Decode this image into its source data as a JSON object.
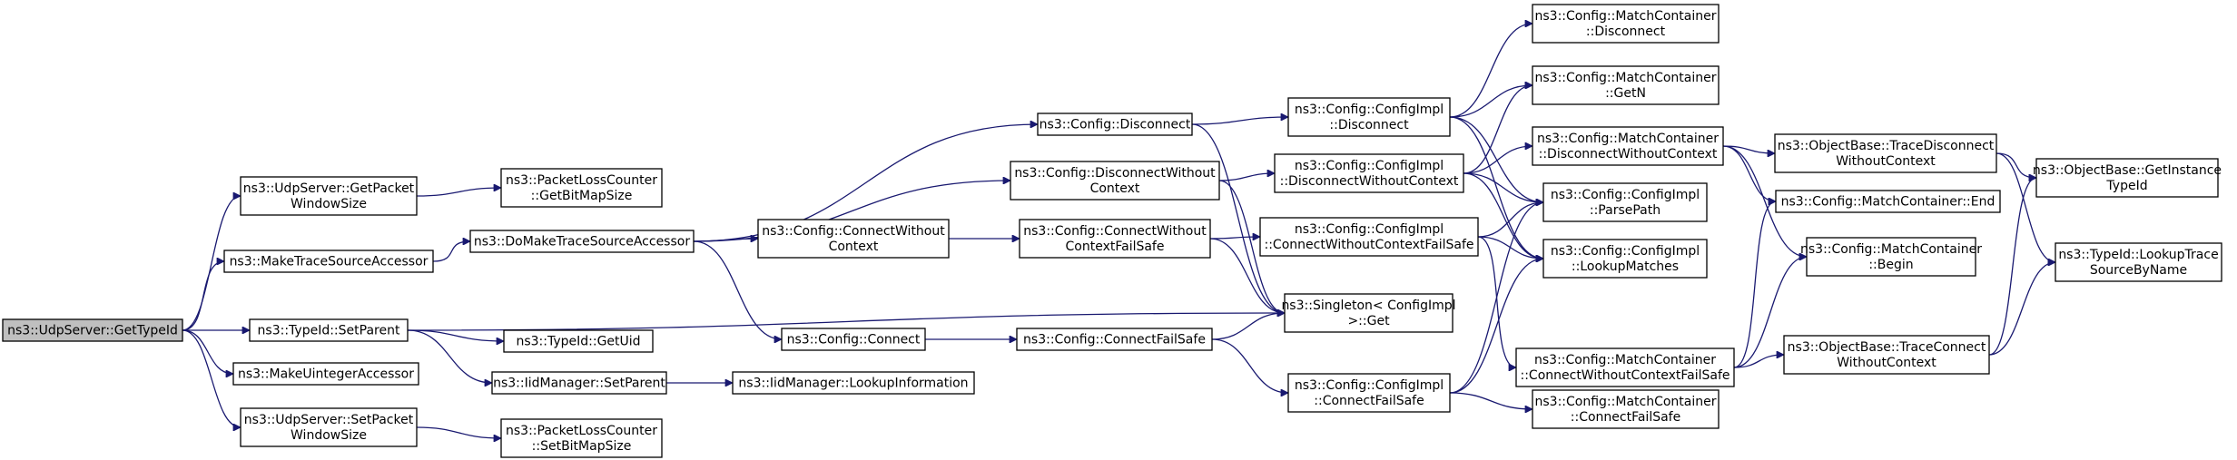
{
  "nodes": [
    {
      "id": "n0",
      "lines": [
        "ns3::UdpServer::GetTypeId"
      ],
      "root": true
    },
    {
      "id": "n1",
      "lines": [
        "ns3::UdpServer::GetPacket",
        "WindowSize"
      ]
    },
    {
      "id": "n2",
      "lines": [
        "ns3::MakeTraceSourceAccessor"
      ]
    },
    {
      "id": "n3",
      "lines": [
        "ns3::TypeId::SetParent"
      ]
    },
    {
      "id": "n4",
      "lines": [
        "ns3::MakeUintegerAccessor"
      ]
    },
    {
      "id": "n5",
      "lines": [
        "ns3::UdpServer::SetPacket",
        "WindowSize"
      ]
    },
    {
      "id": "n6",
      "lines": [
        "ns3::PacketLossCounter",
        "::GetBitMapSize"
      ]
    },
    {
      "id": "n7",
      "lines": [
        "ns3::DoMakeTraceSourceAccessor"
      ]
    },
    {
      "id": "n8",
      "lines": [
        "ns3::TypeId::GetUid"
      ]
    },
    {
      "id": "n9",
      "lines": [
        "ns3::IidManager::SetParent"
      ]
    },
    {
      "id": "n10",
      "lines": [
        "ns3::PacketLossCounter",
        "::SetBitMapSize"
      ]
    },
    {
      "id": "n11",
      "lines": [
        "ns3::Config::Disconnect"
      ]
    },
    {
      "id": "n12",
      "lines": [
        "ns3::Config::DisconnectWithout",
        "Context"
      ]
    },
    {
      "id": "n13",
      "lines": [
        "ns3::Config::ConnectWithout",
        "Context"
      ]
    },
    {
      "id": "n14",
      "lines": [
        "ns3::Config::Connect"
      ]
    },
    {
      "id": "n15",
      "lines": [
        "ns3::IidManager::LookupInformation"
      ]
    },
    {
      "id": "n16",
      "lines": [
        "ns3::Config::ConnectWithout",
        "ContextFailSafe"
      ]
    },
    {
      "id": "n17",
      "lines": [
        "ns3::Config::ConnectFailSafe"
      ]
    },
    {
      "id": "n18",
      "lines": [
        "ns3::Config::ConfigImpl",
        "::Disconnect"
      ]
    },
    {
      "id": "n19",
      "lines": [
        "ns3::Config::ConfigImpl",
        "::DisconnectWithoutContext"
      ]
    },
    {
      "id": "n20",
      "lines": [
        "ns3::Config::ConfigImpl",
        "::ConnectWithoutContextFailSafe"
      ]
    },
    {
      "id": "n21",
      "lines": [
        "ns3::Singleton< ConfigImpl",
        ">::Get"
      ]
    },
    {
      "id": "n22",
      "lines": [
        "ns3::Config::ConfigImpl",
        "::ConnectFailSafe"
      ]
    },
    {
      "id": "n23",
      "lines": [
        "ns3::Config::MatchContainer",
        "::Disconnect"
      ]
    },
    {
      "id": "n24",
      "lines": [
        "ns3::Config::MatchContainer",
        "::GetN"
      ]
    },
    {
      "id": "n25",
      "lines": [
        "ns3::Config::MatchContainer",
        "::DisconnectWithoutContext"
      ]
    },
    {
      "id": "n26",
      "lines": [
        "ns3::Config::ConfigImpl",
        "::ParsePath"
      ]
    },
    {
      "id": "n27",
      "lines": [
        "ns3::Config::ConfigImpl",
        "::LookupMatches"
      ]
    },
    {
      "id": "n28",
      "lines": [
        "ns3::Config::MatchContainer",
        "::ConnectWithoutContextFailSafe"
      ]
    },
    {
      "id": "n29",
      "lines": [
        "ns3::Config::MatchContainer",
        "::ConnectFailSafe"
      ]
    },
    {
      "id": "n30",
      "lines": [
        "ns3::ObjectBase::TraceDisconnect",
        "WithoutContext"
      ]
    },
    {
      "id": "n31",
      "lines": [
        "ns3::Config::MatchContainer::End"
      ]
    },
    {
      "id": "n32",
      "lines": [
        "ns3::Config::MatchContainer",
        "::Begin"
      ]
    },
    {
      "id": "n33",
      "lines": [
        "ns3::ObjectBase::TraceConnect",
        "WithoutContext"
      ]
    },
    {
      "id": "n34",
      "lines": [
        "ns3::ObjectBase::GetInstance",
        "TypeId"
      ]
    },
    {
      "id": "n35",
      "lines": [
        "ns3::TypeId::LookupTrace",
        "SourceByName"
      ]
    }
  ],
  "edges": [
    [
      "n0",
      "n1"
    ],
    [
      "n0",
      "n2"
    ],
    [
      "n0",
      "n3"
    ],
    [
      "n0",
      "n4"
    ],
    [
      "n0",
      "n5"
    ],
    [
      "n1",
      "n6"
    ],
    [
      "n2",
      "n7"
    ],
    [
      "n3",
      "n8"
    ],
    [
      "n3",
      "n9"
    ],
    [
      "n3",
      "n21"
    ],
    [
      "n5",
      "n10"
    ],
    [
      "n9",
      "n15"
    ],
    [
      "n7",
      "n11"
    ],
    [
      "n7",
      "n12"
    ],
    [
      "n7",
      "n13"
    ],
    [
      "n7",
      "n14"
    ],
    [
      "n11",
      "n18"
    ],
    [
      "n11",
      "n21"
    ],
    [
      "n12",
      "n19"
    ],
    [
      "n12",
      "n21"
    ],
    [
      "n13",
      "n16"
    ],
    [
      "n14",
      "n17"
    ],
    [
      "n16",
      "n20"
    ],
    [
      "n16",
      "n21"
    ],
    [
      "n17",
      "n21"
    ],
    [
      "n17",
      "n22"
    ],
    [
      "n18",
      "n23"
    ],
    [
      "n18",
      "n24"
    ],
    [
      "n18",
      "n26"
    ],
    [
      "n18",
      "n27"
    ],
    [
      "n19",
      "n24"
    ],
    [
      "n19",
      "n25"
    ],
    [
      "n19",
      "n26"
    ],
    [
      "n19",
      "n27"
    ],
    [
      "n20",
      "n26"
    ],
    [
      "n20",
      "n27"
    ],
    [
      "n20",
      "n28"
    ],
    [
      "n22",
      "n26"
    ],
    [
      "n22",
      "n27"
    ],
    [
      "n22",
      "n29"
    ],
    [
      "n25",
      "n30"
    ],
    [
      "n25",
      "n31"
    ],
    [
      "n25",
      "n32"
    ],
    [
      "n28",
      "n31"
    ],
    [
      "n28",
      "n32"
    ],
    [
      "n28",
      "n33"
    ],
    [
      "n30",
      "n34"
    ],
    [
      "n30",
      "n35"
    ],
    [
      "n33",
      "n34"
    ],
    [
      "n33",
      "n35"
    ]
  ]
}
